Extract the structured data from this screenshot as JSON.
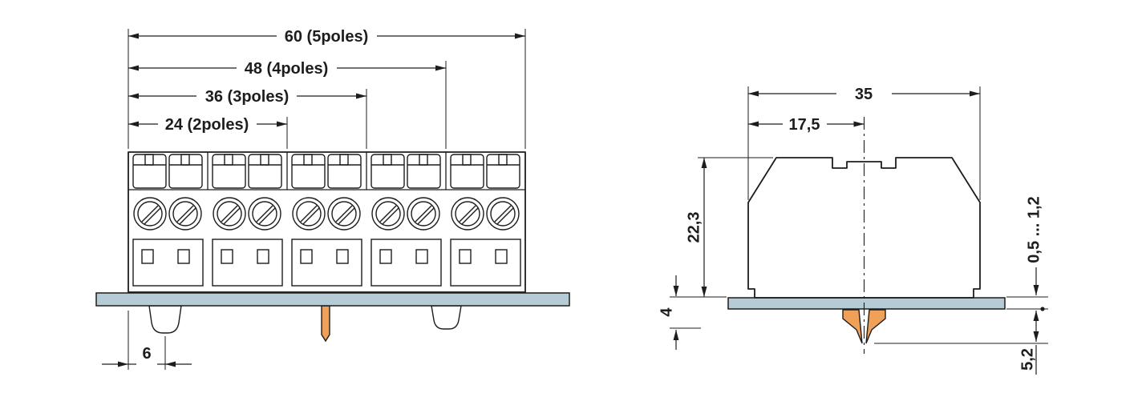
{
  "front_view": {
    "dim_5_poles": "60 (5poles)",
    "dim_4_poles": "48 (4poles)",
    "dim_3_poles": "36 (3poles)",
    "dim_2_poles": "24 (2poles)",
    "dim_foot_offset": "6"
  },
  "side_view": {
    "dim_overall_width": "35",
    "dim_center_offset": "17,5",
    "dim_body_height": "22,3",
    "dim_snap_engagement": "4",
    "dim_panel_thickness_range": "0,5 ... 1,2",
    "dim_foot_protrusion": "5,2"
  },
  "colors": {
    "line": "#1d1d1b",
    "mounting_panel": "#b5cbd6",
    "snap_foot": "#f0a159",
    "background": "#ffffff"
  }
}
